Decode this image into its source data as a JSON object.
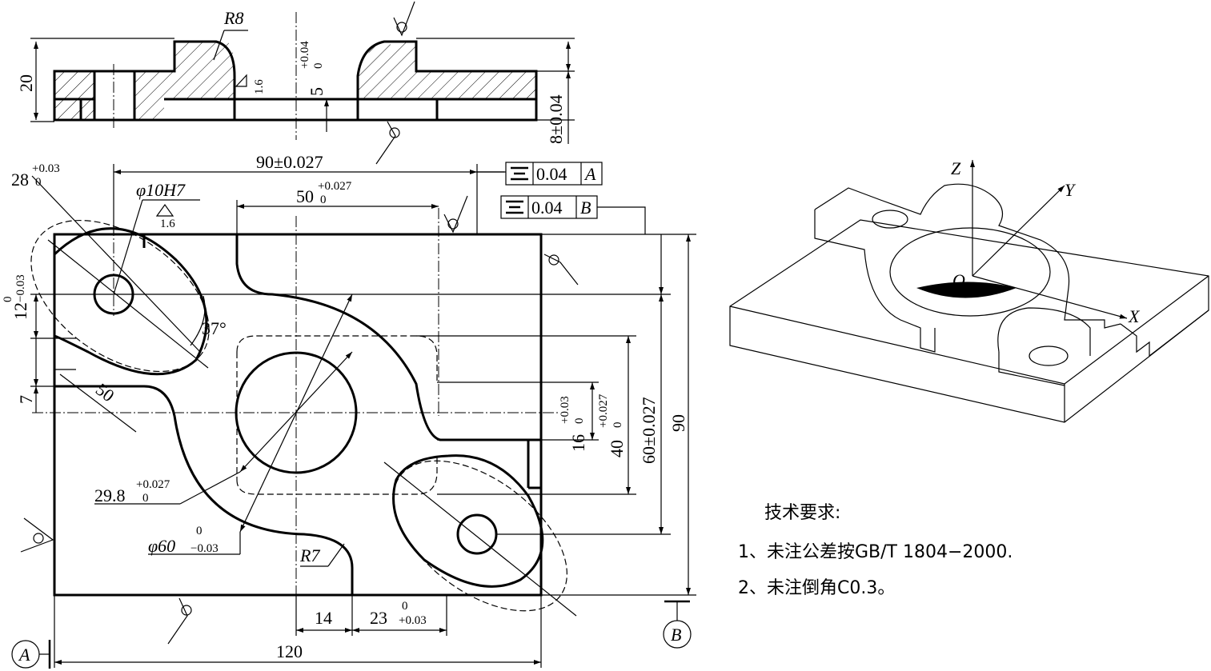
{
  "section_view": {
    "radius_label": "R8",
    "height_label": "20",
    "depth_label": "5",
    "depth_tol_upper": "+0.04",
    "depth_tol_lower": "0",
    "roughness_label": "1.6",
    "thickness_label": "8±0.04"
  },
  "plan_view": {
    "width_label": "90±0.027",
    "slot_width_label": "50",
    "slot_width_tol_upper": "+0.027",
    "slot_width_tol_lower": "0",
    "corner_label": "28",
    "corner_tol_upper": "+0.03",
    "corner_tol_lower": "0",
    "hole_label": "φ10H7",
    "hole_roughness": "1.6",
    "offset_label": "12",
    "offset_tol_upper": "0",
    "offset_tol_lower": "−0.03",
    "angle_label": "37°",
    "diag_label": "50",
    "seven_label": "7",
    "bore_label": "29.8",
    "bore_tol_upper": "+0.027",
    "bore_tol_lower": "0",
    "arc_label": "φ60",
    "arc_tol_upper": "0",
    "arc_tol_lower": "−0.03",
    "r7_label": "R7",
    "fourteen_label": "14",
    "twentythree_label": "23",
    "twentythree_tol_upper": "0",
    "twentythree_tol_lower": "+0.03",
    "length_label": "120",
    "v16_label": "16",
    "v16_tol_upper": "+0.03",
    "v16_tol_lower": "0",
    "v40_label": "40",
    "v40_tol_upper": "+0.027",
    "v40_tol_lower": "0",
    "v60_label": "60±0.027",
    "v90_label": "90",
    "datum_a": "A",
    "datum_b": "B",
    "tol_frame_1_value": "0.04",
    "tol_frame_1_datum": "A",
    "tol_frame_2_value": "0.04",
    "tol_frame_2_datum": "B"
  },
  "iso_view": {
    "axis_z": "Z",
    "axis_y": "Y",
    "axis_x": "X",
    "origin": "O"
  },
  "notes": {
    "title": "技术要求:",
    "line1": "1、未注公差按GB/T  1804−2000.",
    "line2": "2、未注倒角C0.3。"
  }
}
